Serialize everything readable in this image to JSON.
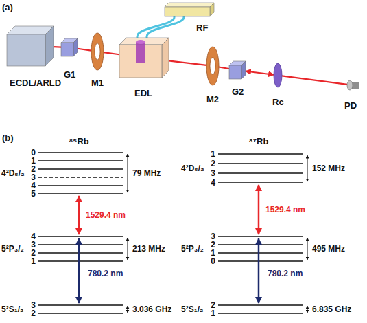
{
  "diagram": {
    "nodes": [
      {
        "text": [
          "ECDL/ARLD"
        ]
      },
      {
        "text": [
          "G1"
        ]
      },
      {
        "text": [
          "M1"
        ]
      },
      {
        "text": [
          "EDL"
        ]
      },
      {
        "text": [
          "RF"
        ]
      },
      {
        "text": [
          "M2"
        ]
      },
      {
        "text": [
          "G2"
        ]
      },
      {
        "text": [
          "Rc"
        ]
      },
      {
        "text": [
          "PD"
        ]
      }
    ],
    "edges": [
      {
        "from": 0,
        "to": 1,
        "arrow": "none"
      },
      {
        "from": 1,
        "to": 2,
        "arrow": "none"
      },
      {
        "from": 2,
        "to": 3,
        "arrow": "none"
      },
      {
        "from": 4,
        "to": 3,
        "arrow": "none"
      },
      {
        "from": 4,
        "to": 3,
        "arrow": "none"
      },
      {
        "from": 3,
        "to": 5,
        "arrow": "none"
      },
      {
        "from": 5,
        "to": 6,
        "arrow": "none"
      },
      {
        "from": 6,
        "to": 7,
        "arrow": "both"
      },
      {
        "from": 7,
        "to": 8,
        "arrow": "none"
      }
    ],
    "labels": [
      "(a)",
      "(b)",
      "⁸⁵Rb",
      "⁸⁷Rb",
      "4²D₅/₂",
      "0",
      "1",
      "2",
      "3",
      "4",
      "5",
      "79 MHz",
      "1529.4 nm",
      "5²P₃/₂",
      "4",
      "3",
      "2",
      "1",
      "213 MHz",
      "780.2 nm",
      "5²S₁/₂",
      "3",
      "2",
      "3.036 GHz",
      "4²D₅/₂",
      "1",
      "2",
      "3",
      "4",
      "152 MHz",
      "1529.4 nm",
      "5²P₃/₂",
      "3",
      "2",
      "1",
      "0",
      "495 MHz",
      "780.2 nm",
      "5²S₁/₂",
      "2",
      "1",
      "6.835 GHz"
    ]
  }
}
